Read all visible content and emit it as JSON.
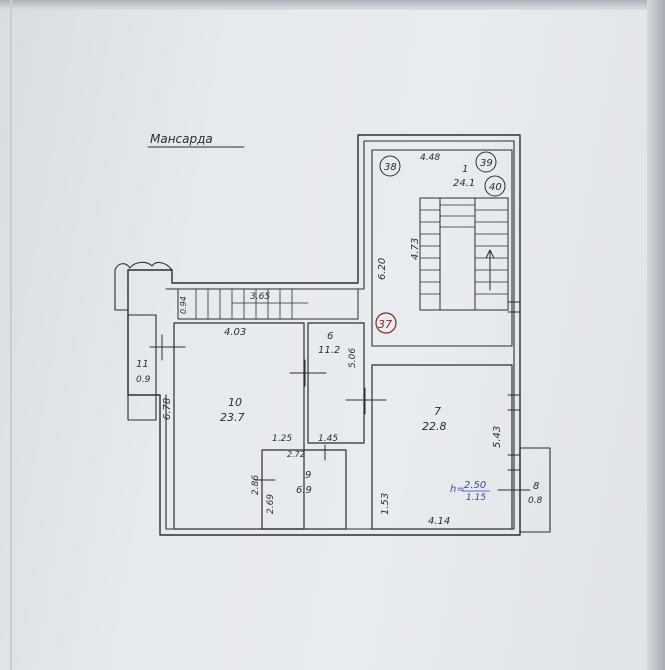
{
  "title": "Мансарда",
  "rooms": [
    {
      "num": "1",
      "area": "24.1"
    },
    {
      "num": "6",
      "area": "11.2"
    },
    {
      "num": "7",
      "area": "22.8"
    },
    {
      "num": "8",
      "area": "0.8"
    },
    {
      "num": "9",
      "area": "6.9"
    },
    {
      "num": "10",
      "area": "23.7"
    },
    {
      "num": "11",
      "area": "0.9"
    }
  ],
  "dimensions": {
    "stair_top": "4.48",
    "stair_long": "6.20",
    "stair_inner": "4.73",
    "corridor": "3.65",
    "corridor_h": "0.94",
    "room10_top": "4.03",
    "room10_side": "6.78",
    "room6_side": "5.06",
    "r125": "1.25",
    "r145": "1.45",
    "r272": "2.72",
    "r286": "2.86",
    "r269": "2.69",
    "r153": "1.53",
    "r414": "4.14",
    "r543": "5.43"
  },
  "circled_marks": [
    "38",
    "39",
    "40",
    "37"
  ],
  "height_note": {
    "label": "h=",
    "value": "2.50",
    "sub": "1.15"
  }
}
